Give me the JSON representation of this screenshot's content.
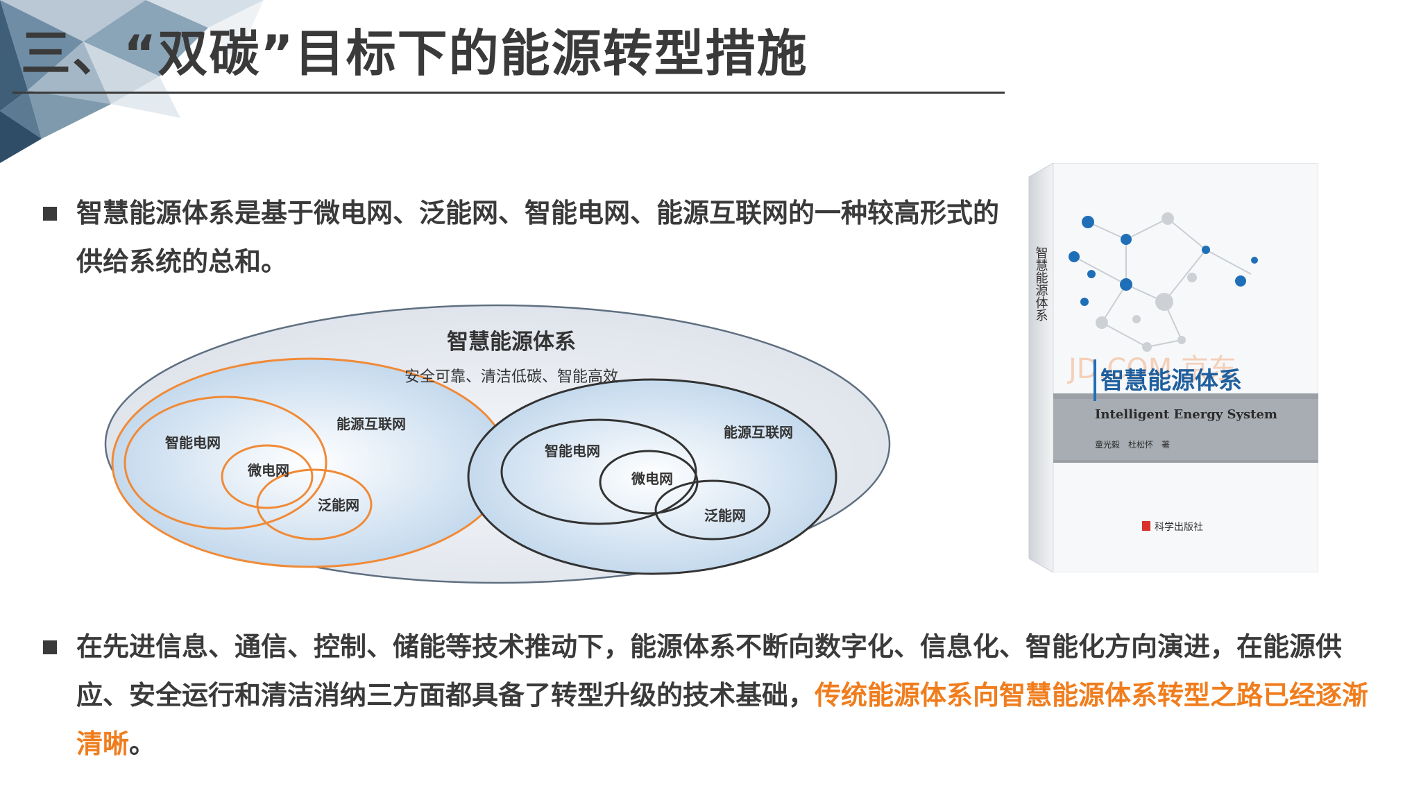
{
  "slide": {
    "title": "三、“双碳”目标下的能源转型措施",
    "accent_color": "#f07d1d"
  },
  "bullets": {
    "first": "智慧能源体系是基于微电网、泛能网、智能电网、能源互联网的一种较高形式的供给系统的总和。",
    "second_normal": "在先进信息、通信、控制、储能等技术推动下，能源体系不断向数字化、信息化、智能化方向演进，在能源供应、安全运行和清洁消纳三方面都具备了转型升级的技术基础，",
    "second_highlight": "传统能源体系向智慧能源体系转型之路已经逐渐清晰",
    "second_end": "。"
  },
  "diagram": {
    "outer_title": "智慧能源体系",
    "outer_subtitle": "安全可靠、清洁低碳、智能高效",
    "left": {
      "internet": "能源互联网",
      "smart_grid": "智能电网",
      "microgrid": "微电网",
      "pan_energy": "泛能网"
    },
    "right": {
      "internet": "能源互联网",
      "smart_grid": "智能电网",
      "microgrid": "微电网",
      "pan_energy": "泛能网"
    }
  },
  "book": {
    "title": "智慧能源体系",
    "subtitle": "Intelligent Energy System",
    "spine_title": "智慧能源体系",
    "watermark": "JD.COM 京东",
    "authors": "童光毅　杜松怀　著",
    "publisher": "科学出版社"
  }
}
